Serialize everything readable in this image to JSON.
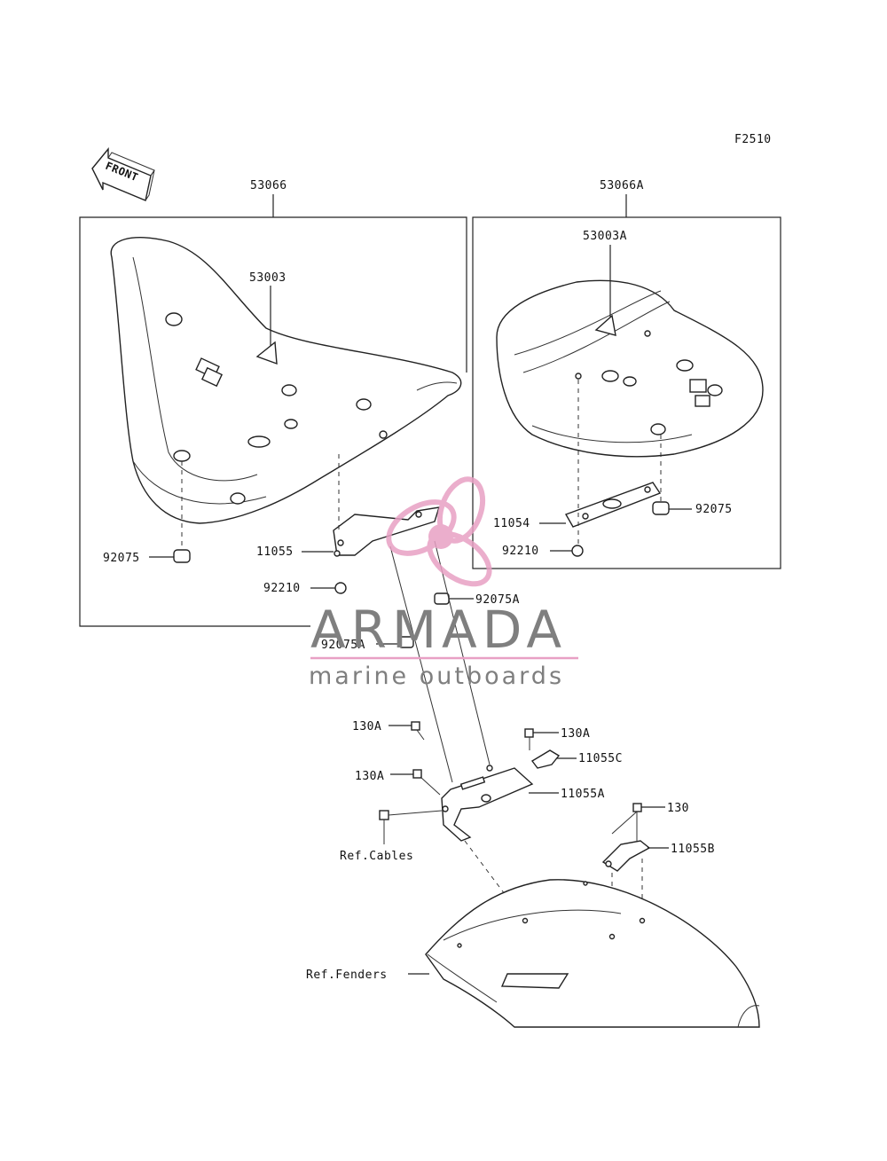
{
  "figure_code": "F2510",
  "front_label": "FRONT",
  "parts": {
    "seat_front": "53066",
    "seat_rear": "53066A",
    "label_front": "53003",
    "label_rear": "53003A",
    "bracket_rear_seat": "11054",
    "bracket_front_seat": "11055",
    "bracket_main": "11055A",
    "bracket_fender": "11055B",
    "bracket_small": "11055C",
    "nut_front": "92210",
    "nut_rear": "92210",
    "damper_front": "92075",
    "damper_rear": "92075",
    "damper_a_1": "92075A",
    "damper_a_2": "92075A",
    "bolt_a_1": "130A",
    "bolt_a_2": "130A",
    "bolt_a_3": "130A",
    "bolt": "130"
  },
  "references": {
    "cables": "Ref.Cables",
    "fenders": "Ref.Fenders"
  },
  "watermark": {
    "brand": "ARMADA",
    "tagline": "marine outboards",
    "accent_color": "#e8a0c4",
    "text_color": "#7f7f7f"
  }
}
